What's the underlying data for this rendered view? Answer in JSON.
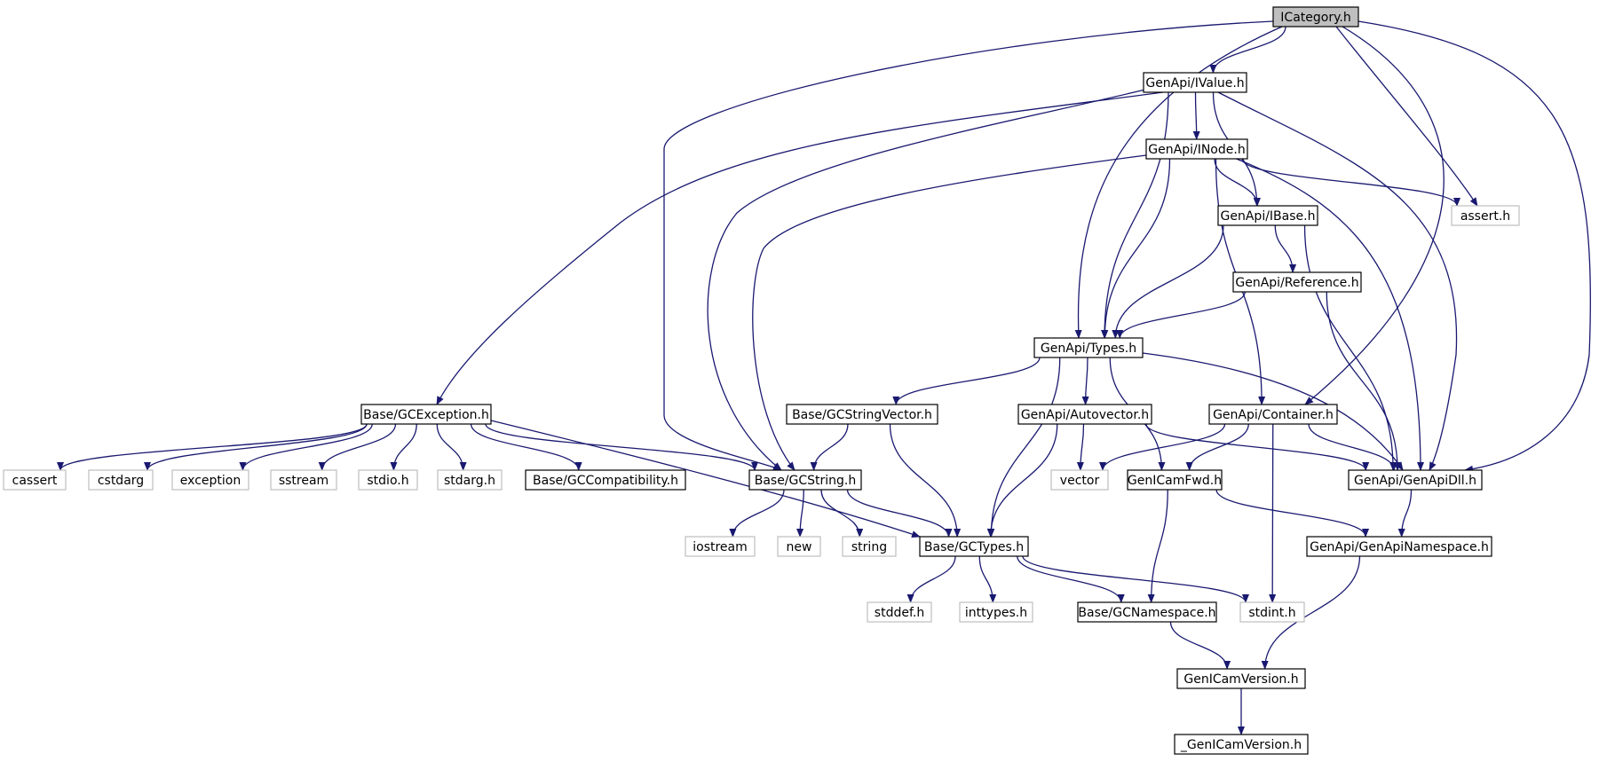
{
  "colors": {
    "edge": "#191970",
    "node_border": "#000000",
    "external_border": "#bfbfbf",
    "root_fill": "#bfbfbf",
    "node_fill": "#ffffff"
  },
  "nodes": [
    {
      "id": "icategory",
      "label": "ICategory.h",
      "kind": "root"
    },
    {
      "id": "ivalue",
      "label": "GenApi/IValue.h",
      "kind": "internal"
    },
    {
      "id": "inode",
      "label": "GenApi/INode.h",
      "kind": "internal"
    },
    {
      "id": "ibase",
      "label": "GenApi/IBase.h",
      "kind": "internal"
    },
    {
      "id": "assert",
      "label": "assert.h",
      "kind": "external"
    },
    {
      "id": "reference",
      "label": "GenApi/Reference.h",
      "kind": "internal"
    },
    {
      "id": "types",
      "label": "GenApi/Types.h",
      "kind": "internal"
    },
    {
      "id": "gcexception",
      "label": "Base/GCException.h",
      "kind": "internal"
    },
    {
      "id": "gcstringvector",
      "label": "Base/GCStringVector.h",
      "kind": "internal"
    },
    {
      "id": "autovector",
      "label": "GenApi/Autovector.h",
      "kind": "internal"
    },
    {
      "id": "container",
      "label": "GenApi/Container.h",
      "kind": "internal"
    },
    {
      "id": "cassert",
      "label": "cassert",
      "kind": "external"
    },
    {
      "id": "cstdarg",
      "label": "cstdarg",
      "kind": "external"
    },
    {
      "id": "exception",
      "label": "exception",
      "kind": "external"
    },
    {
      "id": "sstream",
      "label": "sstream",
      "kind": "external"
    },
    {
      "id": "stdio",
      "label": "stdio.h",
      "kind": "external"
    },
    {
      "id": "stdarg",
      "label": "stdarg.h",
      "kind": "external"
    },
    {
      "id": "gccompat",
      "label": "Base/GCCompatibility.h",
      "kind": "internal"
    },
    {
      "id": "gcstring",
      "label": "Base/GCString.h",
      "kind": "internal"
    },
    {
      "id": "vector",
      "label": "vector",
      "kind": "external"
    },
    {
      "id": "genicamfwd",
      "label": "GenICamFwd.h",
      "kind": "internal"
    },
    {
      "id": "genapidll",
      "label": "GenApi/GenApiDll.h",
      "kind": "internal"
    },
    {
      "id": "iostream",
      "label": "iostream",
      "kind": "external"
    },
    {
      "id": "new",
      "label": "new",
      "kind": "external"
    },
    {
      "id": "string",
      "label": "string",
      "kind": "external"
    },
    {
      "id": "gctypes",
      "label": "Base/GCTypes.h",
      "kind": "internal"
    },
    {
      "id": "genapinamespace",
      "label": "GenApi/GenApiNamespace.h",
      "kind": "internal"
    },
    {
      "id": "stddef",
      "label": "stddef.h",
      "kind": "external"
    },
    {
      "id": "inttypes",
      "label": "inttypes.h",
      "kind": "external"
    },
    {
      "id": "gcnamespace",
      "label": "Base/GCNamespace.h",
      "kind": "internal"
    },
    {
      "id": "stdint",
      "label": "stdint.h",
      "kind": "external"
    },
    {
      "id": "genicamversion",
      "label": "GenICamVersion.h",
      "kind": "internal"
    },
    {
      "id": "genicamversion_",
      "label": "_GenICamVersion.h",
      "kind": "internal"
    }
  ],
  "edges": [
    [
      "icategory",
      "ivalue"
    ],
    [
      "icategory",
      "types"
    ],
    [
      "icategory",
      "assert"
    ],
    [
      "icategory",
      "container"
    ],
    [
      "icategory",
      "genapidll"
    ],
    [
      "icategory",
      "gcstring"
    ],
    [
      "ivalue",
      "inode"
    ],
    [
      "ivalue",
      "ibase"
    ],
    [
      "ivalue",
      "types"
    ],
    [
      "ivalue",
      "genapidll"
    ],
    [
      "ivalue",
      "gcexception"
    ],
    [
      "ivalue",
      "gcstring"
    ],
    [
      "inode",
      "ibase"
    ],
    [
      "inode",
      "assert"
    ],
    [
      "inode",
      "types"
    ],
    [
      "inode",
      "container"
    ],
    [
      "inode",
      "genapidll"
    ],
    [
      "inode",
      "gcstring"
    ],
    [
      "ibase",
      "reference"
    ],
    [
      "ibase",
      "types"
    ],
    [
      "ibase",
      "genapidll"
    ],
    [
      "reference",
      "types"
    ],
    [
      "reference",
      "genapidll"
    ],
    [
      "types",
      "gcstringvector"
    ],
    [
      "types",
      "autovector"
    ],
    [
      "types",
      "genicamfwd"
    ],
    [
      "types",
      "genapidll"
    ],
    [
      "types",
      "gctypes"
    ],
    [
      "gcexception",
      "cassert"
    ],
    [
      "gcexception",
      "cstdarg"
    ],
    [
      "gcexception",
      "exception"
    ],
    [
      "gcexception",
      "sstream"
    ],
    [
      "gcexception",
      "stdio"
    ],
    [
      "gcexception",
      "stdarg"
    ],
    [
      "gcexception",
      "gccompat"
    ],
    [
      "gcexception",
      "gcstring"
    ],
    [
      "gcexception",
      "gctypes"
    ],
    [
      "gcstringvector",
      "gcstring"
    ],
    [
      "gcstringvector",
      "gctypes"
    ],
    [
      "autovector",
      "vector"
    ],
    [
      "autovector",
      "gctypes"
    ],
    [
      "autovector",
      "genapidll"
    ],
    [
      "container",
      "vector"
    ],
    [
      "container",
      "genicamfwd"
    ],
    [
      "container",
      "genapidll"
    ],
    [
      "container",
      "stdint"
    ],
    [
      "gcstring",
      "iostream"
    ],
    [
      "gcstring",
      "new"
    ],
    [
      "gcstring",
      "string"
    ],
    [
      "gcstring",
      "gctypes"
    ],
    [
      "genicamfwd",
      "gcnamespace"
    ],
    [
      "genicamfwd",
      "genapinamespace"
    ],
    [
      "genapidll",
      "genapinamespace"
    ],
    [
      "gctypes",
      "stddef"
    ],
    [
      "gctypes",
      "inttypes"
    ],
    [
      "gctypes",
      "gcnamespace"
    ],
    [
      "gctypes",
      "stdint"
    ],
    [
      "genapinamespace",
      "genicamversion"
    ],
    [
      "gcnamespace",
      "genicamversion"
    ],
    [
      "genicamversion",
      "genicamversion_"
    ]
  ]
}
